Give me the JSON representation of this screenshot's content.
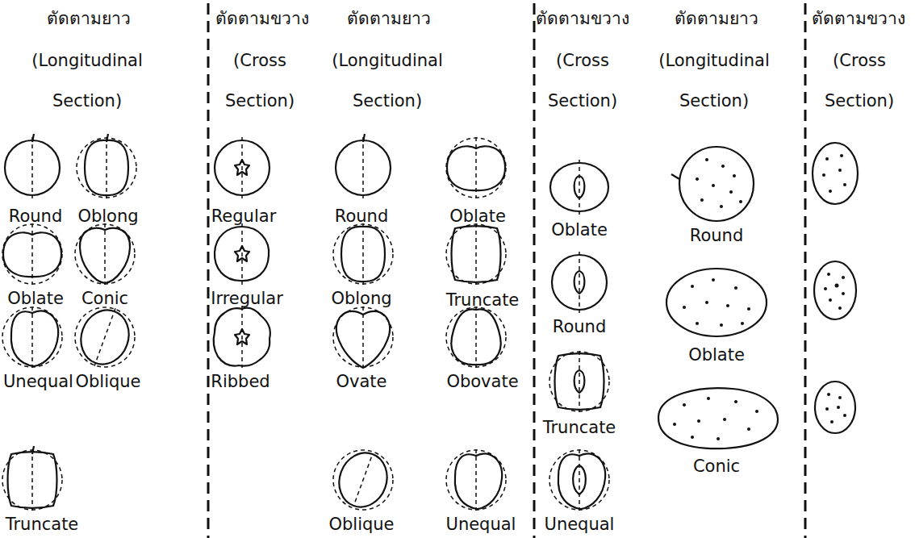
{
  "diagram": {
    "labels": [
      "ตัดตามยาว",
      "(Longitudinal Section)",
      "ตัดตามขวาง",
      "(Cross Section)",
      "ตัดตามยาว",
      "(Longitudinal Section)",
      "ตัดตามขวาง",
      "(Cross Section)",
      "ตัดตามยาว",
      "(Longitudinal Section)",
      "ตัดตามขวาง",
      "(Cross Section)",
      "Round",
      "Oblong",
      "Oblate",
      "Conic",
      "Unequal",
      "Oblique",
      "Truncate",
      "Regular",
      "Irregular",
      "Ribbed",
      "Round",
      "Oblate",
      "Oblong",
      "Truncate",
      "Ovate",
      "Obovate",
      "Oblique",
      "Unequal",
      "Oblate",
      "Round",
      "Truncate",
      "Unequal",
      "Round",
      "Oblate",
      "Conic"
    ]
  }
}
